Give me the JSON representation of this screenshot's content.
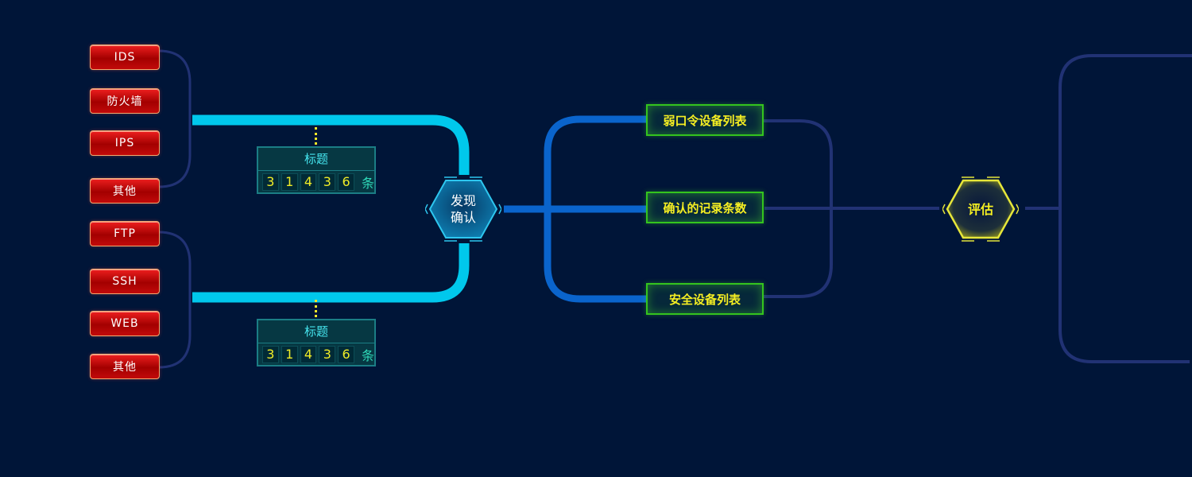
{
  "sources": {
    "group_top": [
      "IDS",
      "防火墙",
      "IPS",
      "其他"
    ],
    "group_bottom": [
      "FTP",
      "SSH",
      "WEB",
      "其他"
    ]
  },
  "counters": [
    {
      "title": "标题",
      "digits": [
        "3",
        "1",
        "4",
        "3",
        "6"
      ],
      "unit": "条"
    },
    {
      "title": "标题",
      "digits": [
        "3",
        "1",
        "4",
        "3",
        "6"
      ],
      "unit": "条"
    }
  ],
  "node_discover": {
    "line1": "发现",
    "line2": "确认"
  },
  "lists": [
    "弱口令设备列表",
    "确认的记录条数",
    "安全设备列表"
  ],
  "node_assess": {
    "label": "评估"
  },
  "colors": {
    "background": "#001538",
    "feed_line": "#00c8ec",
    "branch_line": "#0a64cc",
    "dim_line": "#213274",
    "source_tag": "#d40e0e",
    "counter_border": "#1b7d85",
    "digit_text": "#f0ec27",
    "list_border": "#34c41e",
    "list_text": "#f4ee22",
    "assess_hex": "#e6e63a"
  }
}
